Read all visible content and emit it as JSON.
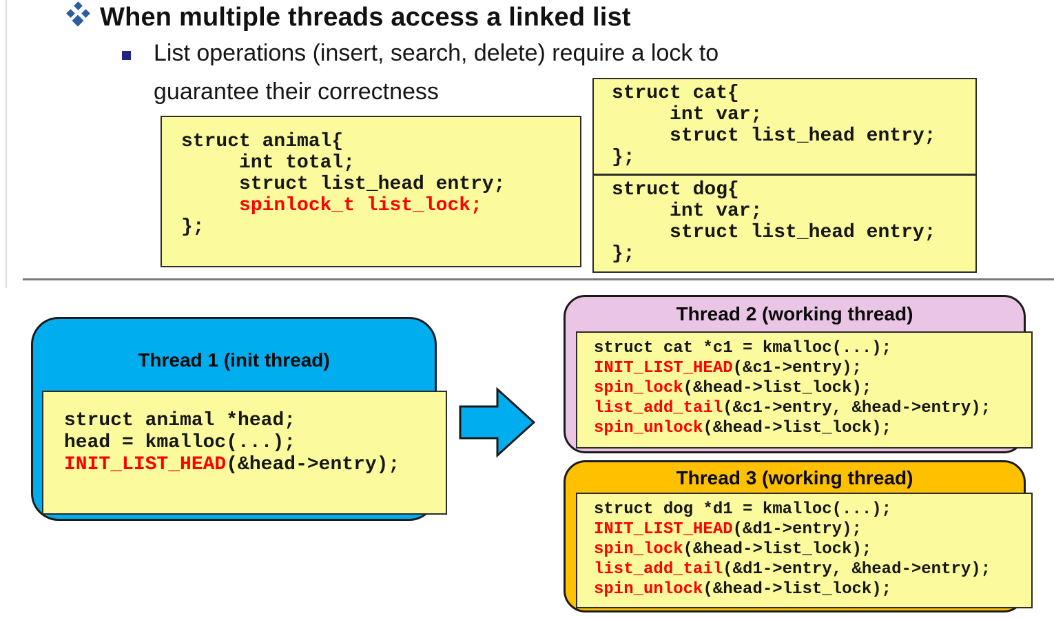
{
  "colors": {
    "code_box_yellow": "#FBFB9D",
    "thread1_blue": "#00AEEF",
    "thread2_pink": "#EAC5E5",
    "thread3_orange": "#FFC000",
    "code_highlight_red": "#FE0000",
    "diamond_bullet_blue": "#2D5E9E",
    "square_bullet_navy": "#232384",
    "divider_gray": "#7a7a7a"
  },
  "header": {
    "title": "When multiple threads access a linked list",
    "bullet_line1": "List operations (insert, search, delete) require a lock to",
    "bullet_line2": "guarantee their correctness"
  },
  "struct_boxes": {
    "animal": [
      [
        {
          "t": "struct animal{"
        }
      ],
      [
        {
          "t": "     int total;"
        }
      ],
      [
        {
          "t": "     struct list_head entry;"
        }
      ],
      [
        {
          "t": "     spinlock_t list_lock;",
          "red": true
        }
      ],
      [
        {
          "t": "};"
        }
      ]
    ],
    "cat": [
      [
        {
          "t": "struct cat{"
        }
      ],
      [
        {
          "t": "     int var;"
        }
      ],
      [
        {
          "t": "     struct list_head entry;"
        }
      ],
      [
        {
          "t": "};"
        }
      ]
    ],
    "dog": [
      [
        {
          "t": "struct dog{"
        }
      ],
      [
        {
          "t": "     int var;"
        }
      ],
      [
        {
          "t": "     struct list_head entry;"
        }
      ],
      [
        {
          "t": "};"
        }
      ]
    ]
  },
  "threads": {
    "thread1": {
      "title": "Thread 1 (init thread)",
      "code": [
        [
          {
            "t": "struct animal *head;"
          }
        ],
        [
          {
            "t": "head = kmalloc(...);"
          }
        ],
        [
          {
            "t": "INIT_LIST_HEAD",
            "red": true
          },
          {
            "t": "(&head->entry);"
          }
        ]
      ]
    },
    "thread2": {
      "title": "Thread 2 (working thread)",
      "code": [
        [
          {
            "t": "struct cat *c1 = kmalloc(...);"
          }
        ],
        [
          {
            "t": "INIT_LIST_HEAD",
            "red": true
          },
          {
            "t": "(&c1->entry);"
          }
        ],
        [
          {
            "t": "spin_lock",
            "red": true
          },
          {
            "t": "(&head->list_lock);"
          }
        ],
        [
          {
            "t": "list_add_tail",
            "red": true
          },
          {
            "t": "(&c1->entry, &head->entry);"
          }
        ],
        [
          {
            "t": "spin_unlock",
            "red": true
          },
          {
            "t": "(&head->list_lock);"
          }
        ]
      ]
    },
    "thread3": {
      "title": "Thread 3 (working thread)",
      "code": [
        [
          {
            "t": "struct dog *d1 = kmalloc(...);"
          }
        ],
        [
          {
            "t": "INIT_LIST_HEAD",
            "red": true
          },
          {
            "t": "(&d1->entry);"
          }
        ],
        [
          {
            "t": "spin_lock",
            "red": true
          },
          {
            "t": "(&head->list_lock);"
          }
        ],
        [
          {
            "t": "list_add_tail",
            "red": true
          },
          {
            "t": "(&d1->entry, &head->entry);"
          }
        ],
        [
          {
            "t": "spin_unlock",
            "red": true
          },
          {
            "t": "(&head->list_lock);"
          }
        ]
      ]
    }
  }
}
